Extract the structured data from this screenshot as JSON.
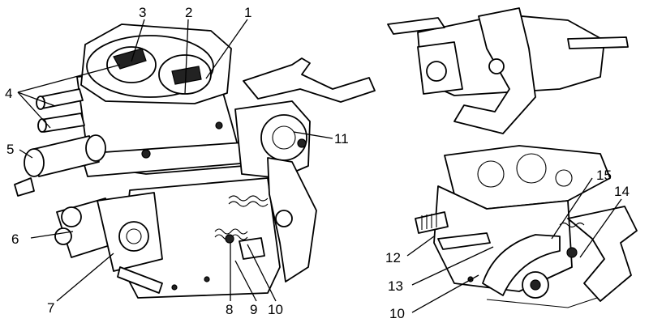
{
  "figure": {
    "callouts": {
      "c1": "1",
      "c2": "2",
      "c3": "3",
      "c4": "4",
      "c5": "5",
      "c6": "6",
      "c7": "7",
      "c8": "8",
      "c9": "9",
      "c10": "10",
      "c11": "11",
      "c12": "12",
      "c13": "13",
      "c10b": "10",
      "c14": "14",
      "c15": "15"
    }
  }
}
